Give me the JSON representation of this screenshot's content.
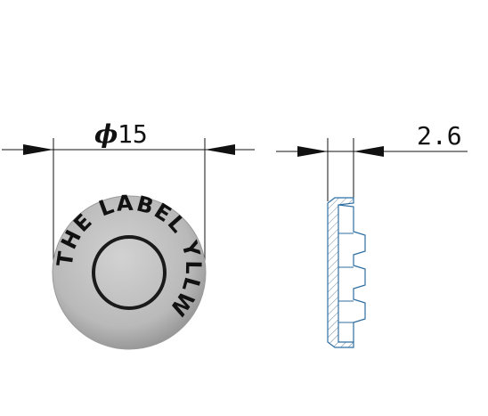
{
  "front_view": {
    "diameter_symbol": "ϕ",
    "diameter_value": "15",
    "cap_label": "THE LABEL YLLW"
  },
  "side_view": {
    "thickness_value": "2.6"
  },
  "colors": {
    "line": "#111111",
    "cap_fill": "#b4b4b4",
    "cap_ring": "#1a1a1a",
    "section_outline": "#2f6fa3",
    "hatch": "#6a8aa3"
  }
}
